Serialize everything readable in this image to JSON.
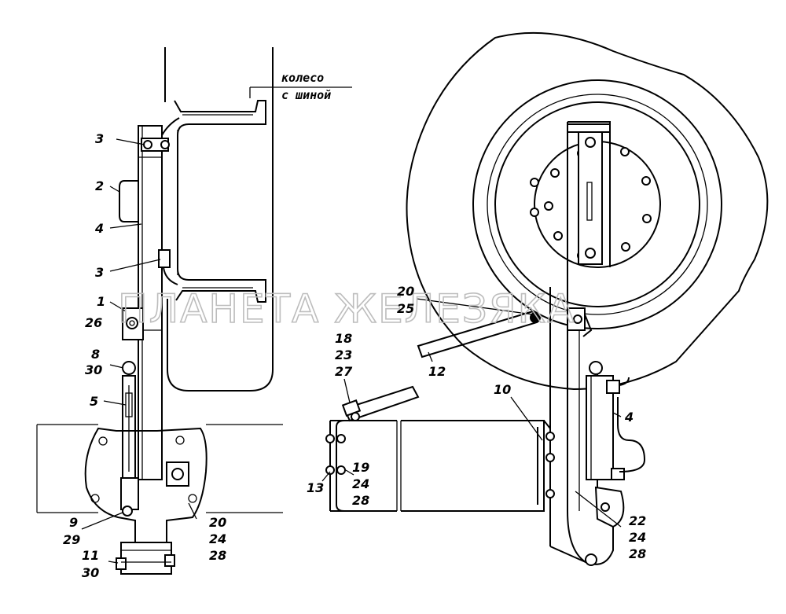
{
  "wheel_label": {
    "line1": "колесо",
    "line2": "с шиной"
  },
  "watermark": "ПЛАНЕТА ЖЕЛЕЗЯКА",
  "left_view_labels": [
    {
      "id": "l3a",
      "text": "3"
    },
    {
      "id": "l2",
      "text": "2"
    },
    {
      "id": "l4",
      "text": "4"
    },
    {
      "id": "l3b",
      "text": "3"
    },
    {
      "id": "l1",
      "text": "1"
    },
    {
      "id": "l26",
      "text": "26"
    },
    {
      "id": "l8",
      "text": "8"
    },
    {
      "id": "l30a",
      "text": "30"
    },
    {
      "id": "l5",
      "text": "5"
    },
    {
      "id": "l9",
      "text": "9"
    },
    {
      "id": "l29",
      "text": "29"
    },
    {
      "id": "l11",
      "text": "11"
    },
    {
      "id": "l30b",
      "text": "30"
    },
    {
      "id": "l20a",
      "text": "20"
    },
    {
      "id": "l24a",
      "text": "24"
    },
    {
      "id": "l28a",
      "text": "28"
    }
  ],
  "middle_view_labels": [
    {
      "id": "m18",
      "text": "18"
    },
    {
      "id": "m23",
      "text": "23"
    },
    {
      "id": "m27",
      "text": "27"
    },
    {
      "id": "m13",
      "text": "13"
    },
    {
      "id": "m19",
      "text": "19"
    },
    {
      "id": "m24",
      "text": "24"
    },
    {
      "id": "m28",
      "text": "28"
    }
  ],
  "right_view_labels": [
    {
      "id": "r20",
      "text": "20"
    },
    {
      "id": "r25",
      "text": "25"
    },
    {
      "id": "r12",
      "text": "12"
    },
    {
      "id": "r10",
      "text": "10"
    },
    {
      "id": "r4",
      "text": "4"
    },
    {
      "id": "r22",
      "text": "22"
    },
    {
      "id": "r24",
      "text": "24"
    },
    {
      "id": "r28",
      "text": "28"
    }
  ],
  "colors": {
    "line": "#000000",
    "watermark": "#bdbdbd",
    "background": "#ffffff"
  }
}
